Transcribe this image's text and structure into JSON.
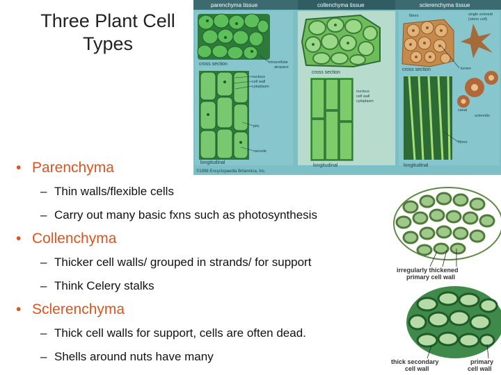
{
  "title": [
    "Three Plant Cell",
    "Types"
  ],
  "diagram": {
    "headers": [
      "parenchyma tissue",
      "collenchyma tissue",
      "sclerenchyma tissue"
    ],
    "parenchyma": {
      "cross": "cross section",
      "long": "longitudinal",
      "labels": [
        "intracellular",
        "airspace",
        "nucleus",
        "cell wall",
        "cytoplasm",
        "pits",
        "vacuole"
      ]
    },
    "collenchyma": {
      "cross": "cross section",
      "long": "longitudinal",
      "labels": [
        "nucleus",
        "cell wall",
        "cytoplasm"
      ]
    },
    "sclerenchyma": {
      "cross": "cross section",
      "long": "longitudinal",
      "labels": [
        "fibres",
        "single sclereid",
        "(stone cell)",
        "lumen",
        "canal",
        "sclereids",
        "fibres"
      ]
    },
    "copyright": "©1996 Encyclopaedia Britannica, Inc."
  },
  "right_figure": {
    "label1": [
      "irregularly thickened",
      "primary cell wall"
    ],
    "label2": [
      "thick secondary",
      "cell wall"
    ],
    "label3": [
      "primary",
      "cell wall"
    ]
  },
  "bullets": [
    {
      "heading": "Parenchyma",
      "items": [
        "Thin walls/flexible cells",
        "Carry out many basic fxns such as photosynthesis"
      ]
    },
    {
      "heading": "Collenchyma",
      "items": [
        "Thicker cell walls/ grouped in strands/ for support",
        "Think Celery stalks"
      ]
    },
    {
      "heading": "Sclerenchyma",
      "items": [
        "Thick cell walls for support, cells are often dead.",
        "Shells around nuts have many"
      ]
    }
  ],
  "colors": {
    "accent": "#e0531e",
    "panel_bg": "#7fc0c8",
    "header_bg": "#3e6e74",
    "cell_green": "#3aa84a"
  },
  "icons": {
    "bullet": "•",
    "dash": "–"
  }
}
